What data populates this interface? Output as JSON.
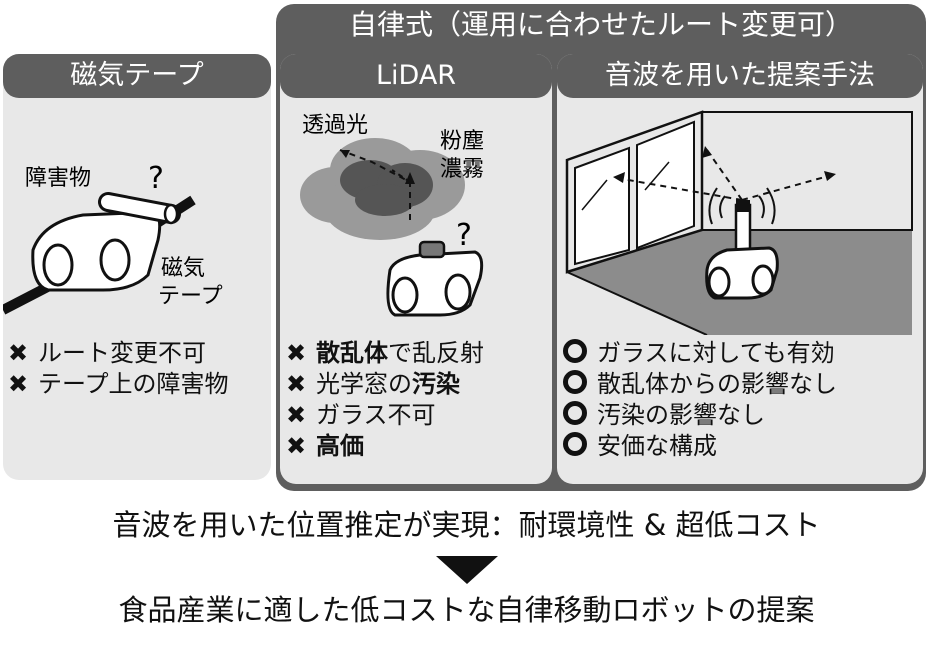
{
  "autonomous_title": "自律式（運用に合わせたルート変更可）",
  "panels": [
    {
      "header": "磁気テープ",
      "illustration_labels": {
        "obstacle": "障害物",
        "question": "?",
        "tape_line1": "磁気",
        "tape_line2": "テープ"
      },
      "items": [
        {
          "mark": "✖",
          "text": "ルート変更不可"
        },
        {
          "mark": "✖",
          "text": "テープ上の障害物"
        }
      ]
    },
    {
      "header": "LiDAR",
      "illustration_labels": {
        "transmitted": "透過光",
        "dust_line1": "粉塵",
        "dust_line2": "濃霧",
        "question": "?"
      },
      "items": [
        {
          "mark": "✖",
          "bold": "散乱体",
          "text": "で乱反射"
        },
        {
          "mark": "✖",
          "pre": "光学窓の",
          "bold": "汚染"
        },
        {
          "mark": "✖",
          "text": "ガラス不可"
        },
        {
          "mark": "✖",
          "bold": "高価"
        }
      ]
    },
    {
      "header": "音波を用いた提案手法",
      "items": [
        {
          "text": "ガラスに対しても有効"
        },
        {
          "text": "散乱体からの影響なし"
        },
        {
          "text": "汚染の影響なし"
        },
        {
          "text": "安価な構成"
        }
      ]
    }
  ],
  "bottom": {
    "line1": "音波を用いた位置推定が実現：耐環境性 & 超低コスト",
    "line2": "食品産業に適した低コストな自律移動ロボットの提案"
  },
  "colors": {
    "header_bg": "#5e5e5e",
    "panel_bg": "#e8e8e8",
    "floor": "#8c8c8c",
    "cloud_light": "#9a9a9a",
    "cloud_dark": "#555555"
  }
}
